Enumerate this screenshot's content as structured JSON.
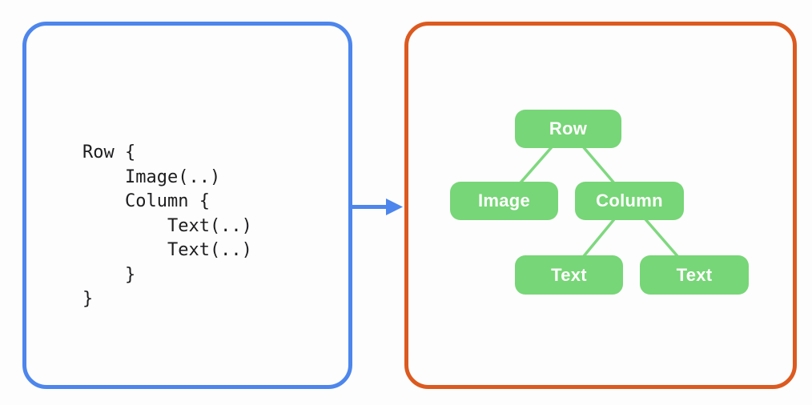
{
  "code_panel": {
    "border_color": "#4d86ec",
    "code": "Row {\n    Image(..)\n    Column {\n        Text(..)\n        Text(..)\n    }\n}"
  },
  "arrow": {
    "direction": "right",
    "color": "#4d86ec"
  },
  "tree_panel": {
    "border_color": "#dc5a1f",
    "node_fill_color": "#77d677",
    "node_text_color": "#ffffff",
    "edge_color": "#7fd87f"
  },
  "tree": {
    "nodes": [
      {
        "id": "row",
        "label": "Row"
      },
      {
        "id": "image",
        "label": "Image"
      },
      {
        "id": "column",
        "label": "Column"
      },
      {
        "id": "text-1",
        "label": "Text"
      },
      {
        "id": "text-2",
        "label": "Text"
      }
    ],
    "edges": [
      {
        "from": "row",
        "to": "image"
      },
      {
        "from": "row",
        "to": "column"
      },
      {
        "from": "column",
        "to": "text-1"
      },
      {
        "from": "column",
        "to": "text-2"
      }
    ]
  }
}
